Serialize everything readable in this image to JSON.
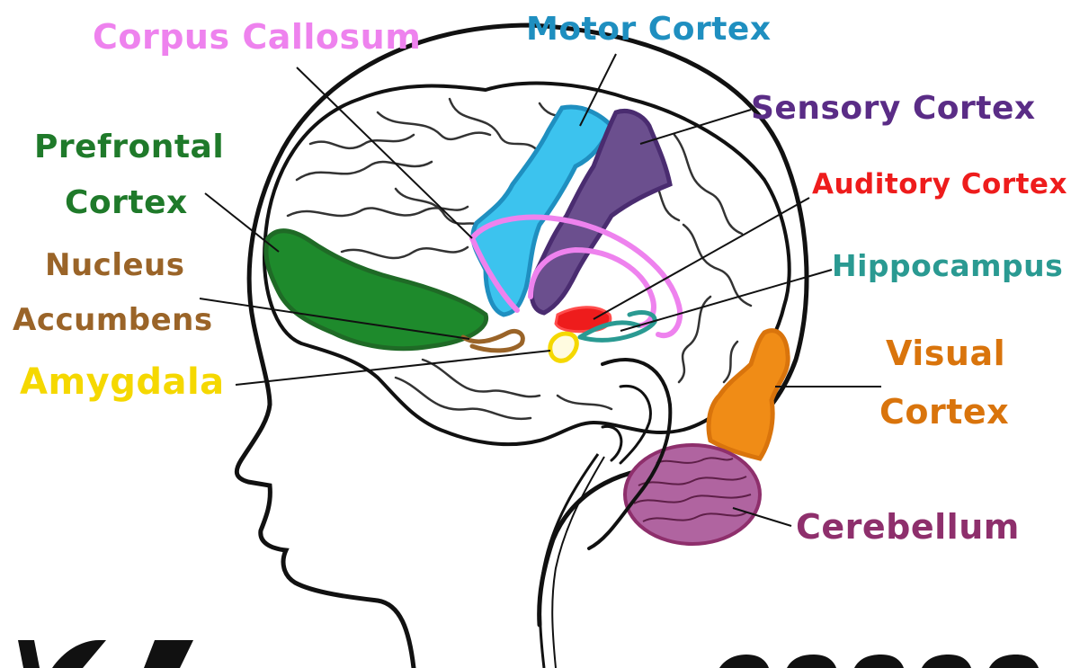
{
  "labels": {
    "corpus_callosum": "Corpus Callosum",
    "motor_cortex": "Motor Cortex",
    "sensory_cortex": "Sensory Cortex",
    "prefrontal_cortex_line1": "Prefrontal",
    "prefrontal_cortex_line2": "Cortex",
    "auditory_cortex": "Auditory Cortex",
    "hippocampus": "Hippocampus",
    "nucleus_accumbens_line1": "Nucleus",
    "nucleus_accumbens_line2": "Accumbens",
    "amygdala": "Amygdala",
    "visual_cortex_line1": "Visual",
    "visual_cortex_line2": "Cortex",
    "cerebellum": "Cerebellum"
  },
  "colors": {
    "corpus_callosum": "#ee82ee",
    "motor_cortex": "#1f8fc0",
    "motor_fill": "#3cc3ee",
    "sensory_cortex": "#5a2c86",
    "sensory_fill": "#6b4f8e",
    "prefrontal_cortex": "#1f7a2a",
    "prefrontal_fill": "#1e8a2c",
    "auditory_cortex": "#ee1c1c",
    "hippocampus": "#2a9a92",
    "nucleus_accumbens": "#9a6428",
    "amygdala": "#f5d800",
    "visual_cortex": "#d9740c",
    "visual_fill": "#f08c16",
    "cerebellum": "#8e2f6c",
    "cerebellum_fill": "#b064a0",
    "outline": "#111111"
  }
}
